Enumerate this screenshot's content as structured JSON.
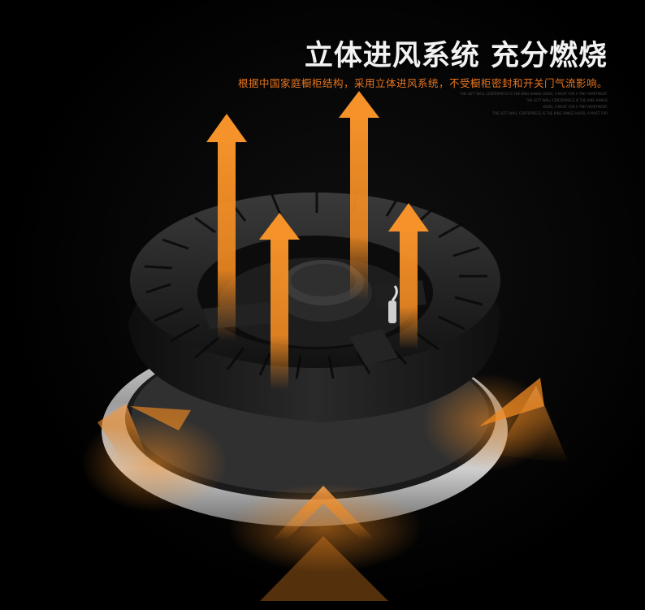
{
  "heading": {
    "title": "立体进风系统 充分燃烧",
    "subtitle": "根据中国家庭橱柜结构，采用立体进风系统，不受橱柜密封和开关门气流影响。"
  },
  "fine_print": [
    "THE LEFT WALL CENTERPIECE IS THE KING RANGE HOOD, A MUST FOR A TINY APARTMENT.",
    "THE LEFT WALL CENTERPIECE IS THE KING RANGE",
    "HOOD, A MUST FOR A TINY APARTMENT.",
    "THE LEFT WALL CENTERPIECE IS THE KING RANGE HOOD, A MUST FOR"
  ],
  "colors": {
    "background": "#000000",
    "title_text": "#f2f2f2",
    "subtitle_text": "#e8761e",
    "arrow_orange": "#f08a22",
    "burner_black": "#1c1c1c",
    "ring_steel": "#b9b9b9"
  },
  "image": {
    "subject": "gas-burner-cap",
    "airflow": "upward-orange-arrows"
  }
}
